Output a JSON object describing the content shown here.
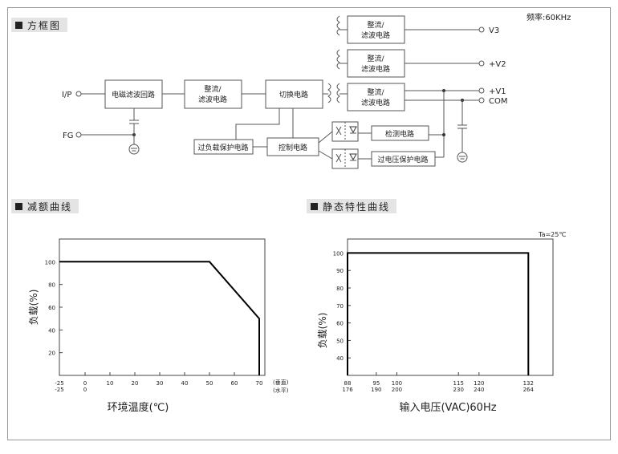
{
  "frequency_note": "频率:60KHz",
  "sections": {
    "block_diagram": "方框图",
    "derating": "减额曲线",
    "static": "静态特性曲线"
  },
  "block_diagram": {
    "blocks": {
      "emi": "电磁滤波回路",
      "rect_in_1": "整流/",
      "rect_in_2": "滤波电路",
      "switch": "切换电路",
      "out_v3_1": "整流/",
      "out_v3_2": "滤波电路",
      "out_v2_1": "整流/",
      "out_v2_2": "滤波电路",
      "out_v1_1": "整流/",
      "out_v1_2": "滤波电路",
      "overload": "过负载保护电路",
      "control": "控制电路",
      "detect": "检测电路",
      "ovp": "过电压保护电路"
    },
    "terminals": {
      "ip": "I/P",
      "fg": "FG",
      "v3": "V3",
      "v2": "+V2",
      "v1": "+V1",
      "com": "COM"
    }
  },
  "chart_data": [
    {
      "type": "line",
      "name": "derating",
      "x": [
        -25,
        50,
        70,
        70
      ],
      "y": [
        100,
        100,
        50,
        0
      ],
      "xlim": [
        -25,
        70
      ],
      "ylim": [
        0,
        120
      ],
      "xticks": [
        "-25",
        "0",
        "10",
        "20",
        "30",
        "40",
        "50",
        "60",
        "70"
      ],
      "xticks_alt": [
        "-25",
        "0"
      ],
      "yticks": [
        "100",
        "80",
        "60",
        "40",
        "20"
      ],
      "xlabel": "环境温度(℃)",
      "ylabel": "负载(%)",
      "axis_note_1": "(垂直)",
      "axis_note_2": "(水平)"
    },
    {
      "type": "line",
      "name": "static",
      "x": [
        88,
        88,
        132,
        132
      ],
      "y": [
        30,
        100,
        100,
        30
      ],
      "xlim": [
        88,
        138
      ],
      "ylim": [
        30,
        108
      ],
      "xticks": [
        "88",
        "95",
        "100",
        "115",
        "120",
        "132"
      ],
      "xticks_alt": [
        "176",
        "190",
        "200",
        "230",
        "240",
        "264"
      ],
      "yticks": [
        "100",
        "90",
        "80",
        "70",
        "60",
        "50",
        "40"
      ],
      "xlabel": "输入电压(VAC)60Hz",
      "ylabel": "负载(%)",
      "annotation": "Ta=25℃"
    }
  ]
}
